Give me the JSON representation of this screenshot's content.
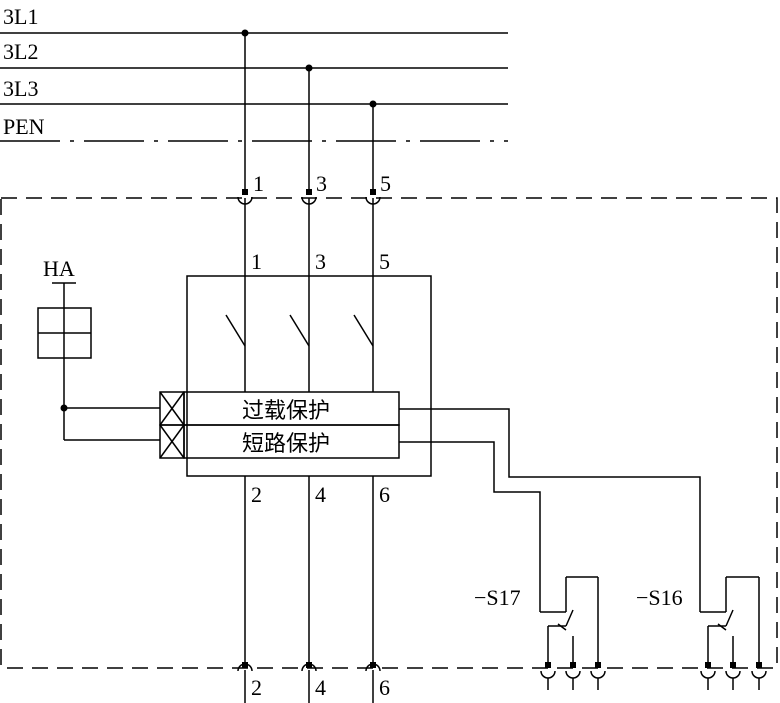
{
  "busbars": {
    "l1": "3L1",
    "l2": "3L2",
    "l3": "3L3",
    "pen": "PEN"
  },
  "terminals": {
    "top": [
      "1",
      "3",
      "5"
    ],
    "switch_in": [
      "1",
      "3",
      "5"
    ],
    "switch_out": [
      "2",
      "4",
      "6"
    ],
    "bottom": [
      "2",
      "4",
      "6"
    ]
  },
  "indicator": {
    "label": "HA"
  },
  "protection": {
    "overload": "过载保护",
    "short_circuit": "短路保护"
  },
  "aux_switches": {
    "s17": "−S17",
    "s16": "−S16"
  },
  "colors": {
    "line": "#000000",
    "background": "#ffffff"
  }
}
